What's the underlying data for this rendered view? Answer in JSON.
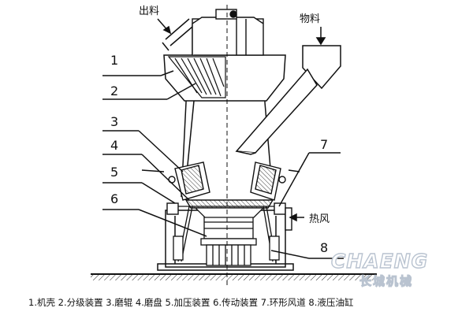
{
  "labels": {
    "outlet": "出料",
    "material": "物料",
    "hot_air": "热风",
    "n1": "1",
    "n2": "2",
    "n3": "3",
    "n4": "4",
    "n5": "5",
    "n6": "6",
    "n7": "7",
    "n8": "8"
  },
  "legend": "1.机壳 2.分级装置 3.磨辊 4.磨盘 5.加压装置 6.传动装置 7.环形风道 8.液压油缸",
  "watermark": {
    "brand": "CHAENG",
    "brand_cn": "长城机械"
  }
}
